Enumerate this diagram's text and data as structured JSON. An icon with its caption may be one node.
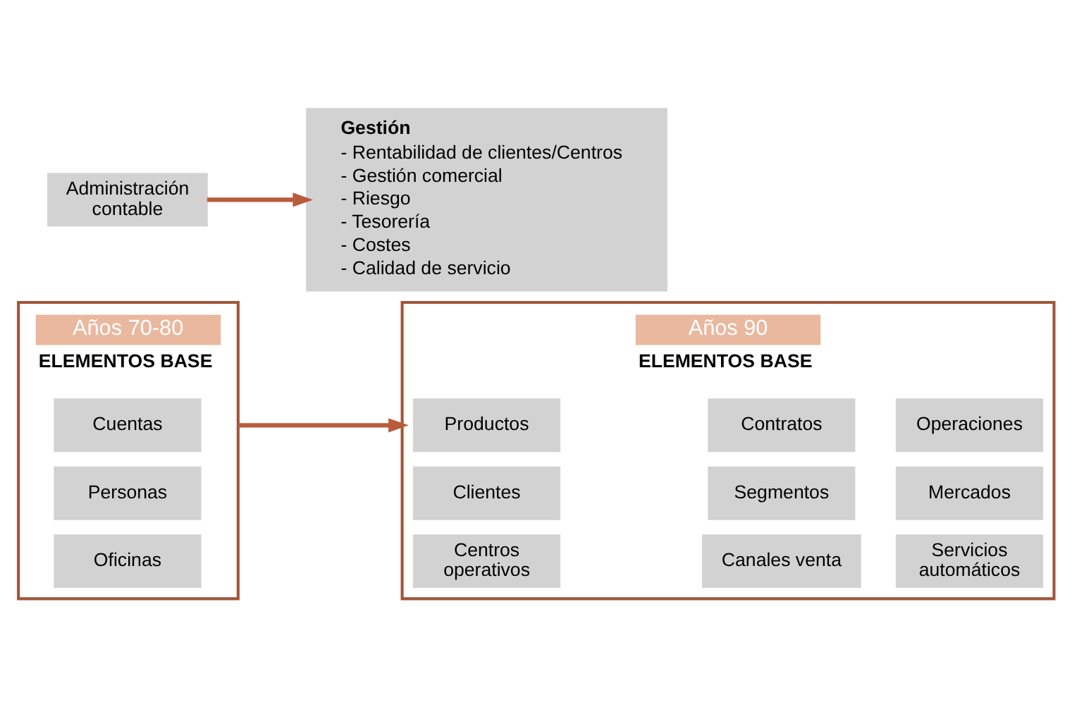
{
  "diagram": {
    "nodes": [
      {
        "text": [
          "Años 70-80",
          "ELEMENTOS BASE"
        ]
      },
      {
        "text": [
          "Cuentas"
        ],
        "in": 0
      },
      {
        "text": [
          "Personas"
        ],
        "in": 0
      },
      {
        "text": [
          "Oficinas"
        ],
        "in": 0
      },
      {
        "text": [
          "Años 90",
          "ELEMENTOS BASE"
        ]
      },
      {
        "text": [
          "Productos"
        ],
        "in": 4
      },
      {
        "text": [
          "Contratos"
        ],
        "in": 4
      },
      {
        "text": [
          "Operaciones"
        ],
        "in": 4
      },
      {
        "text": [
          "Clientes"
        ],
        "in": 4
      },
      {
        "text": [
          "Segmentos"
        ],
        "in": 4
      },
      {
        "text": [
          "Mercados"
        ],
        "in": 4
      },
      {
        "text": [
          "Centros operativos"
        ],
        "in": 4
      },
      {
        "text": [
          "Canales venta"
        ],
        "in": 4
      },
      {
        "text": [
          "Servicios automáticos"
        ],
        "in": 4
      },
      {
        "text": [
          "Administración contable"
        ]
      },
      {
        "text": [
          "Gestión",
          "- Rentabilidad de clientes/Centros",
          "- Gestión comercial",
          "- Riesgo",
          "- Tesorería",
          "- Costes",
          "- Calidad de servicio"
        ]
      }
    ],
    "edges": [
      {
        "from": 0,
        "to": 4,
        "arrow": "to"
      },
      {
        "from": 14,
        "to": 15,
        "arrow": "to"
      }
    ]
  }
}
